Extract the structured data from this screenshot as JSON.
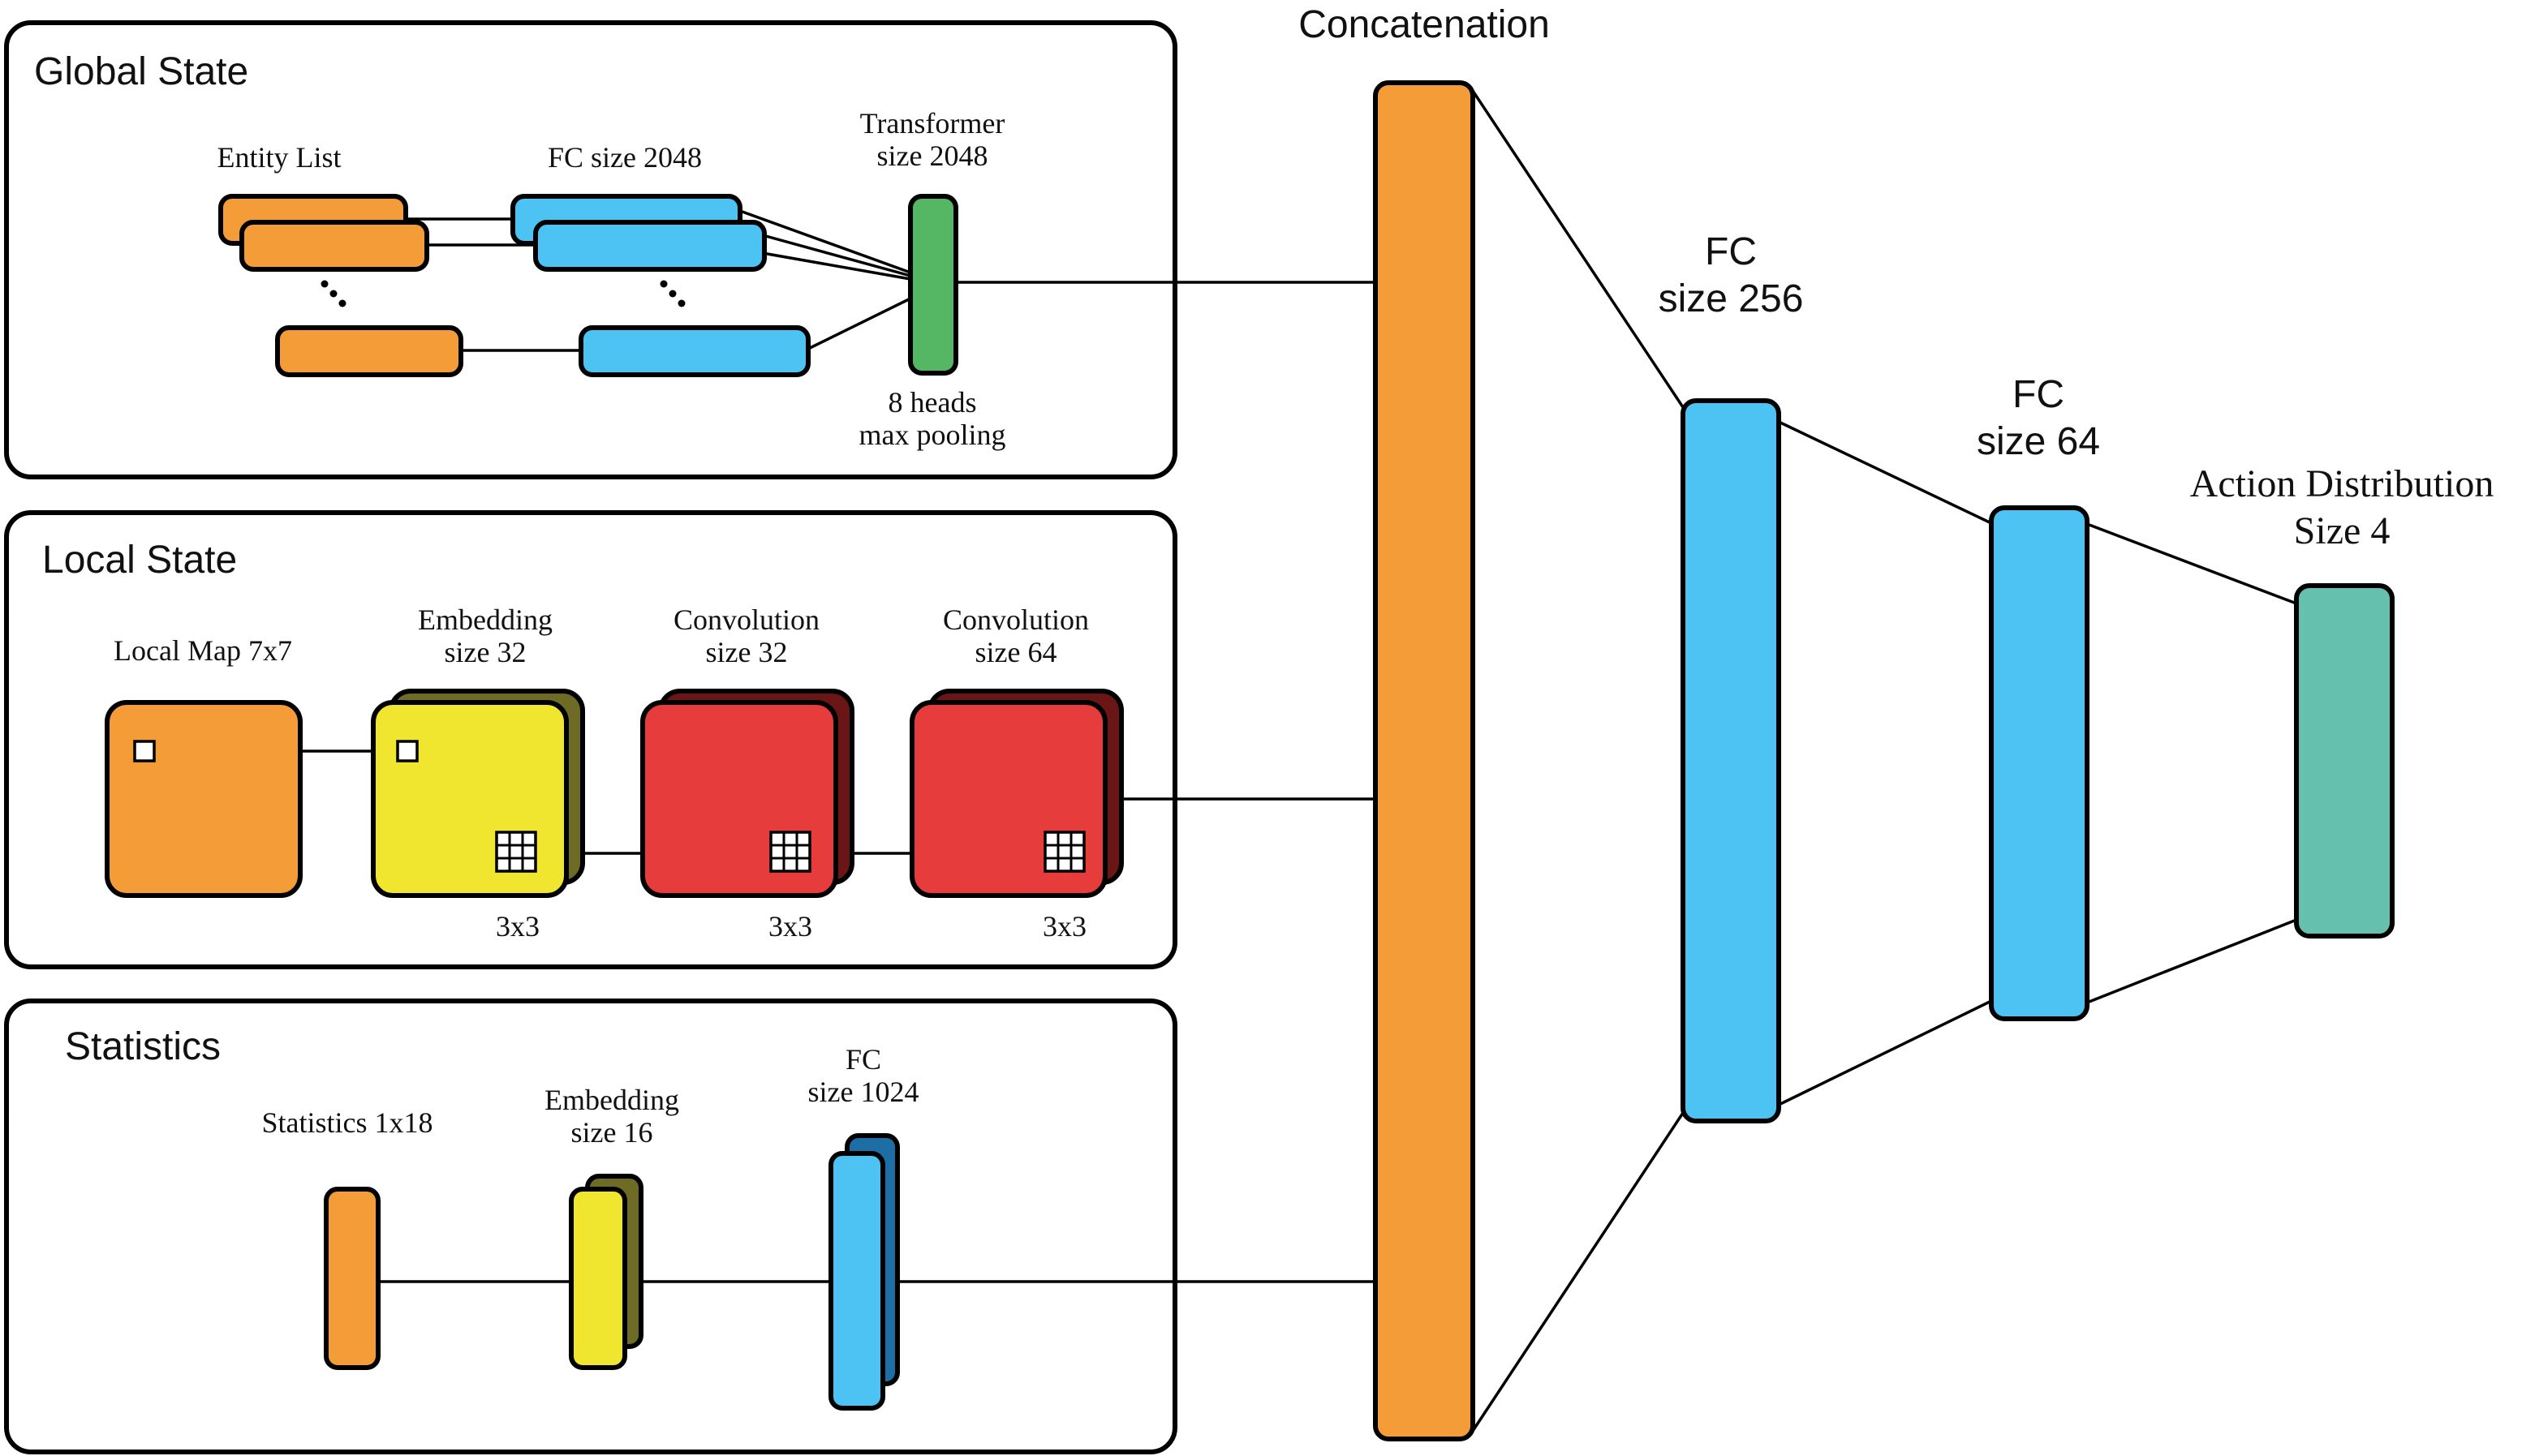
{
  "colors": {
    "orange": "#F39C38",
    "blue": "#4CC3F2",
    "dark_blue": "#1C6EA4",
    "green": "#55B663",
    "yellow": "#F1E62F",
    "olive": "#6E6B24",
    "red": "#E73C3C",
    "dark_red": "#6B1616",
    "teal": "#66C0AE"
  },
  "global_state": {
    "title": "Global State",
    "entity_list_label": "Entity List",
    "fc_label": "FC size 2048",
    "transformer_label_1": "Transformer",
    "transformer_label_2": "size 2048",
    "heads_label_1": "8 heads",
    "heads_label_2": "max pooling"
  },
  "local_state": {
    "title": "Local State",
    "local_map_label": "Local Map 7x7",
    "embedding_label_1": "Embedding",
    "embedding_label_2": "size 32",
    "conv1_label_1": "Convolution",
    "conv1_label_2": "size 32",
    "conv2_label_1": "Convolution",
    "conv2_label_2": "size 64",
    "kernel_1": "3x3",
    "kernel_2": "3x3",
    "kernel_3": "3x3"
  },
  "statistics": {
    "title": "Statistics",
    "stats_label": "Statistics 1x18",
    "embedding_label_1": "Embedding",
    "embedding_label_2": "size 16",
    "fc_label_1": "FC",
    "fc_label_2": "size 1024"
  },
  "head": {
    "concat_label": "Concatenation",
    "fc256_label_1": "FC",
    "fc256_label_2": "size 256",
    "fc64_label_1": "FC",
    "fc64_label_2": "size 64",
    "action_label_1": "Action Distribution",
    "action_label_2": "Size 4"
  }
}
